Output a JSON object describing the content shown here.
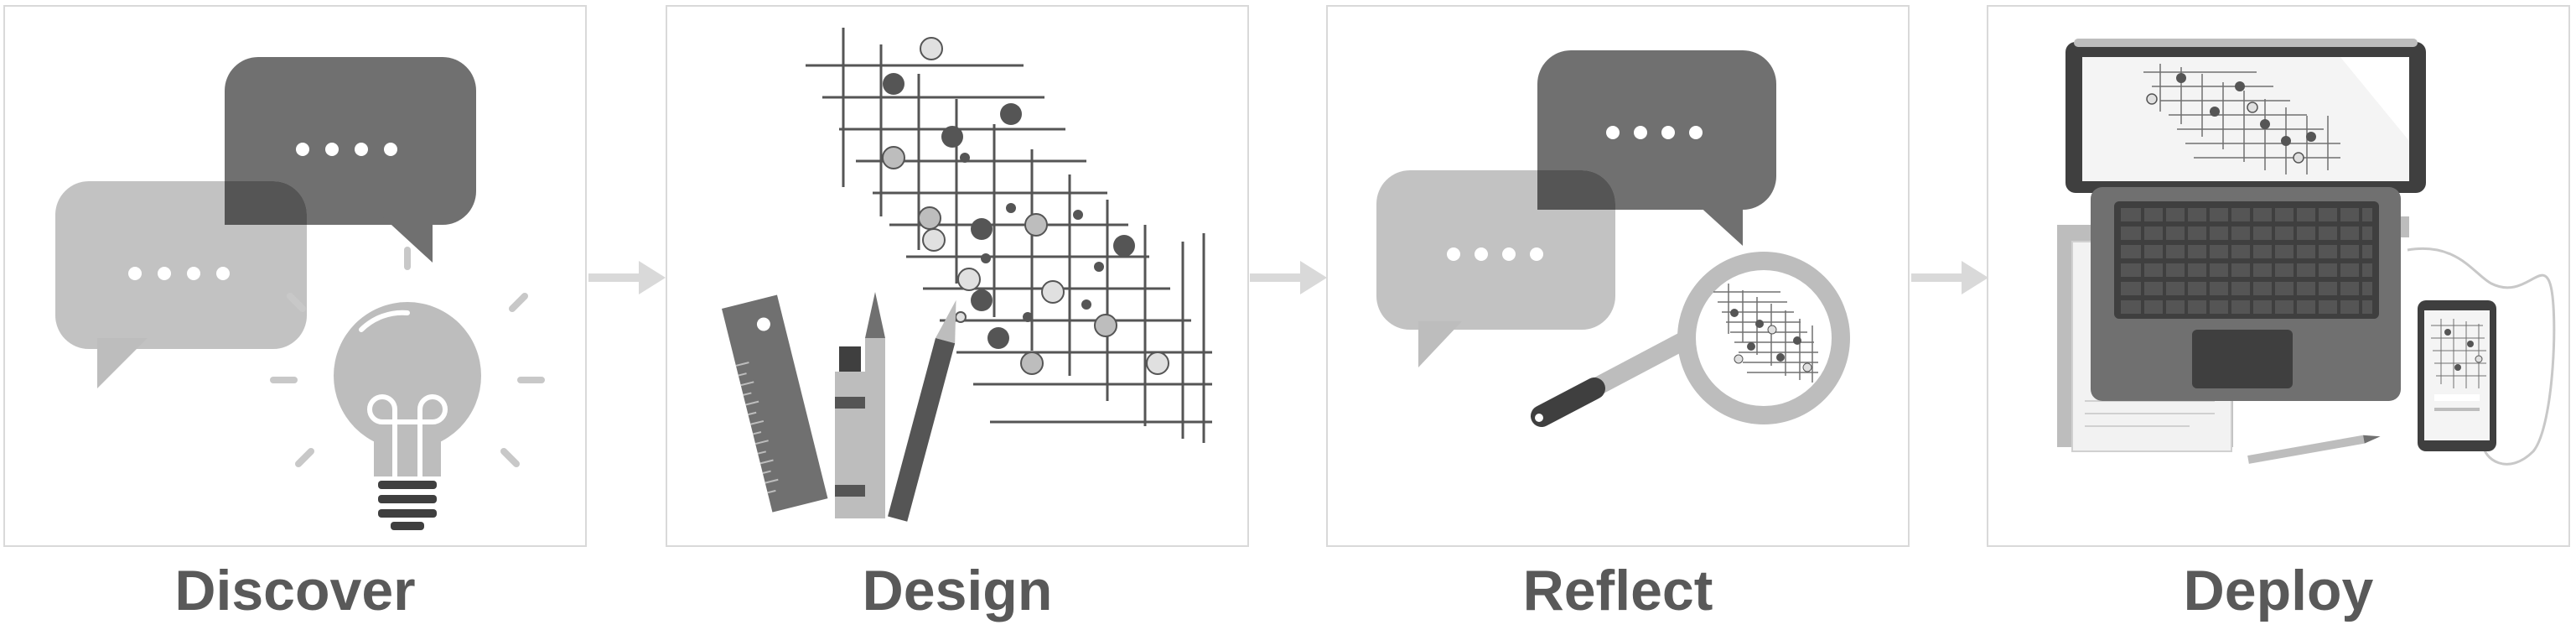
{
  "steps": [
    {
      "id": "discover",
      "label": "Discover",
      "icon": "speech-bubbles-lightbulb-icon"
    },
    {
      "id": "design",
      "label": "Design",
      "icon": "grid-ruler-pencils-icon"
    },
    {
      "id": "reflect",
      "label": "Reflect",
      "icon": "speech-bubbles-magnifier-icon"
    },
    {
      "id": "deploy",
      "label": "Deploy",
      "icon": "laptop-phone-icon"
    }
  ],
  "colors": {
    "panel_border": "#d9d9d9",
    "label": "#595959",
    "arrow": "#d9d9d9",
    "dark_gray": "#707070",
    "light_gray": "#bdbdbd",
    "darkest_gray": "#3f3f3f"
  }
}
